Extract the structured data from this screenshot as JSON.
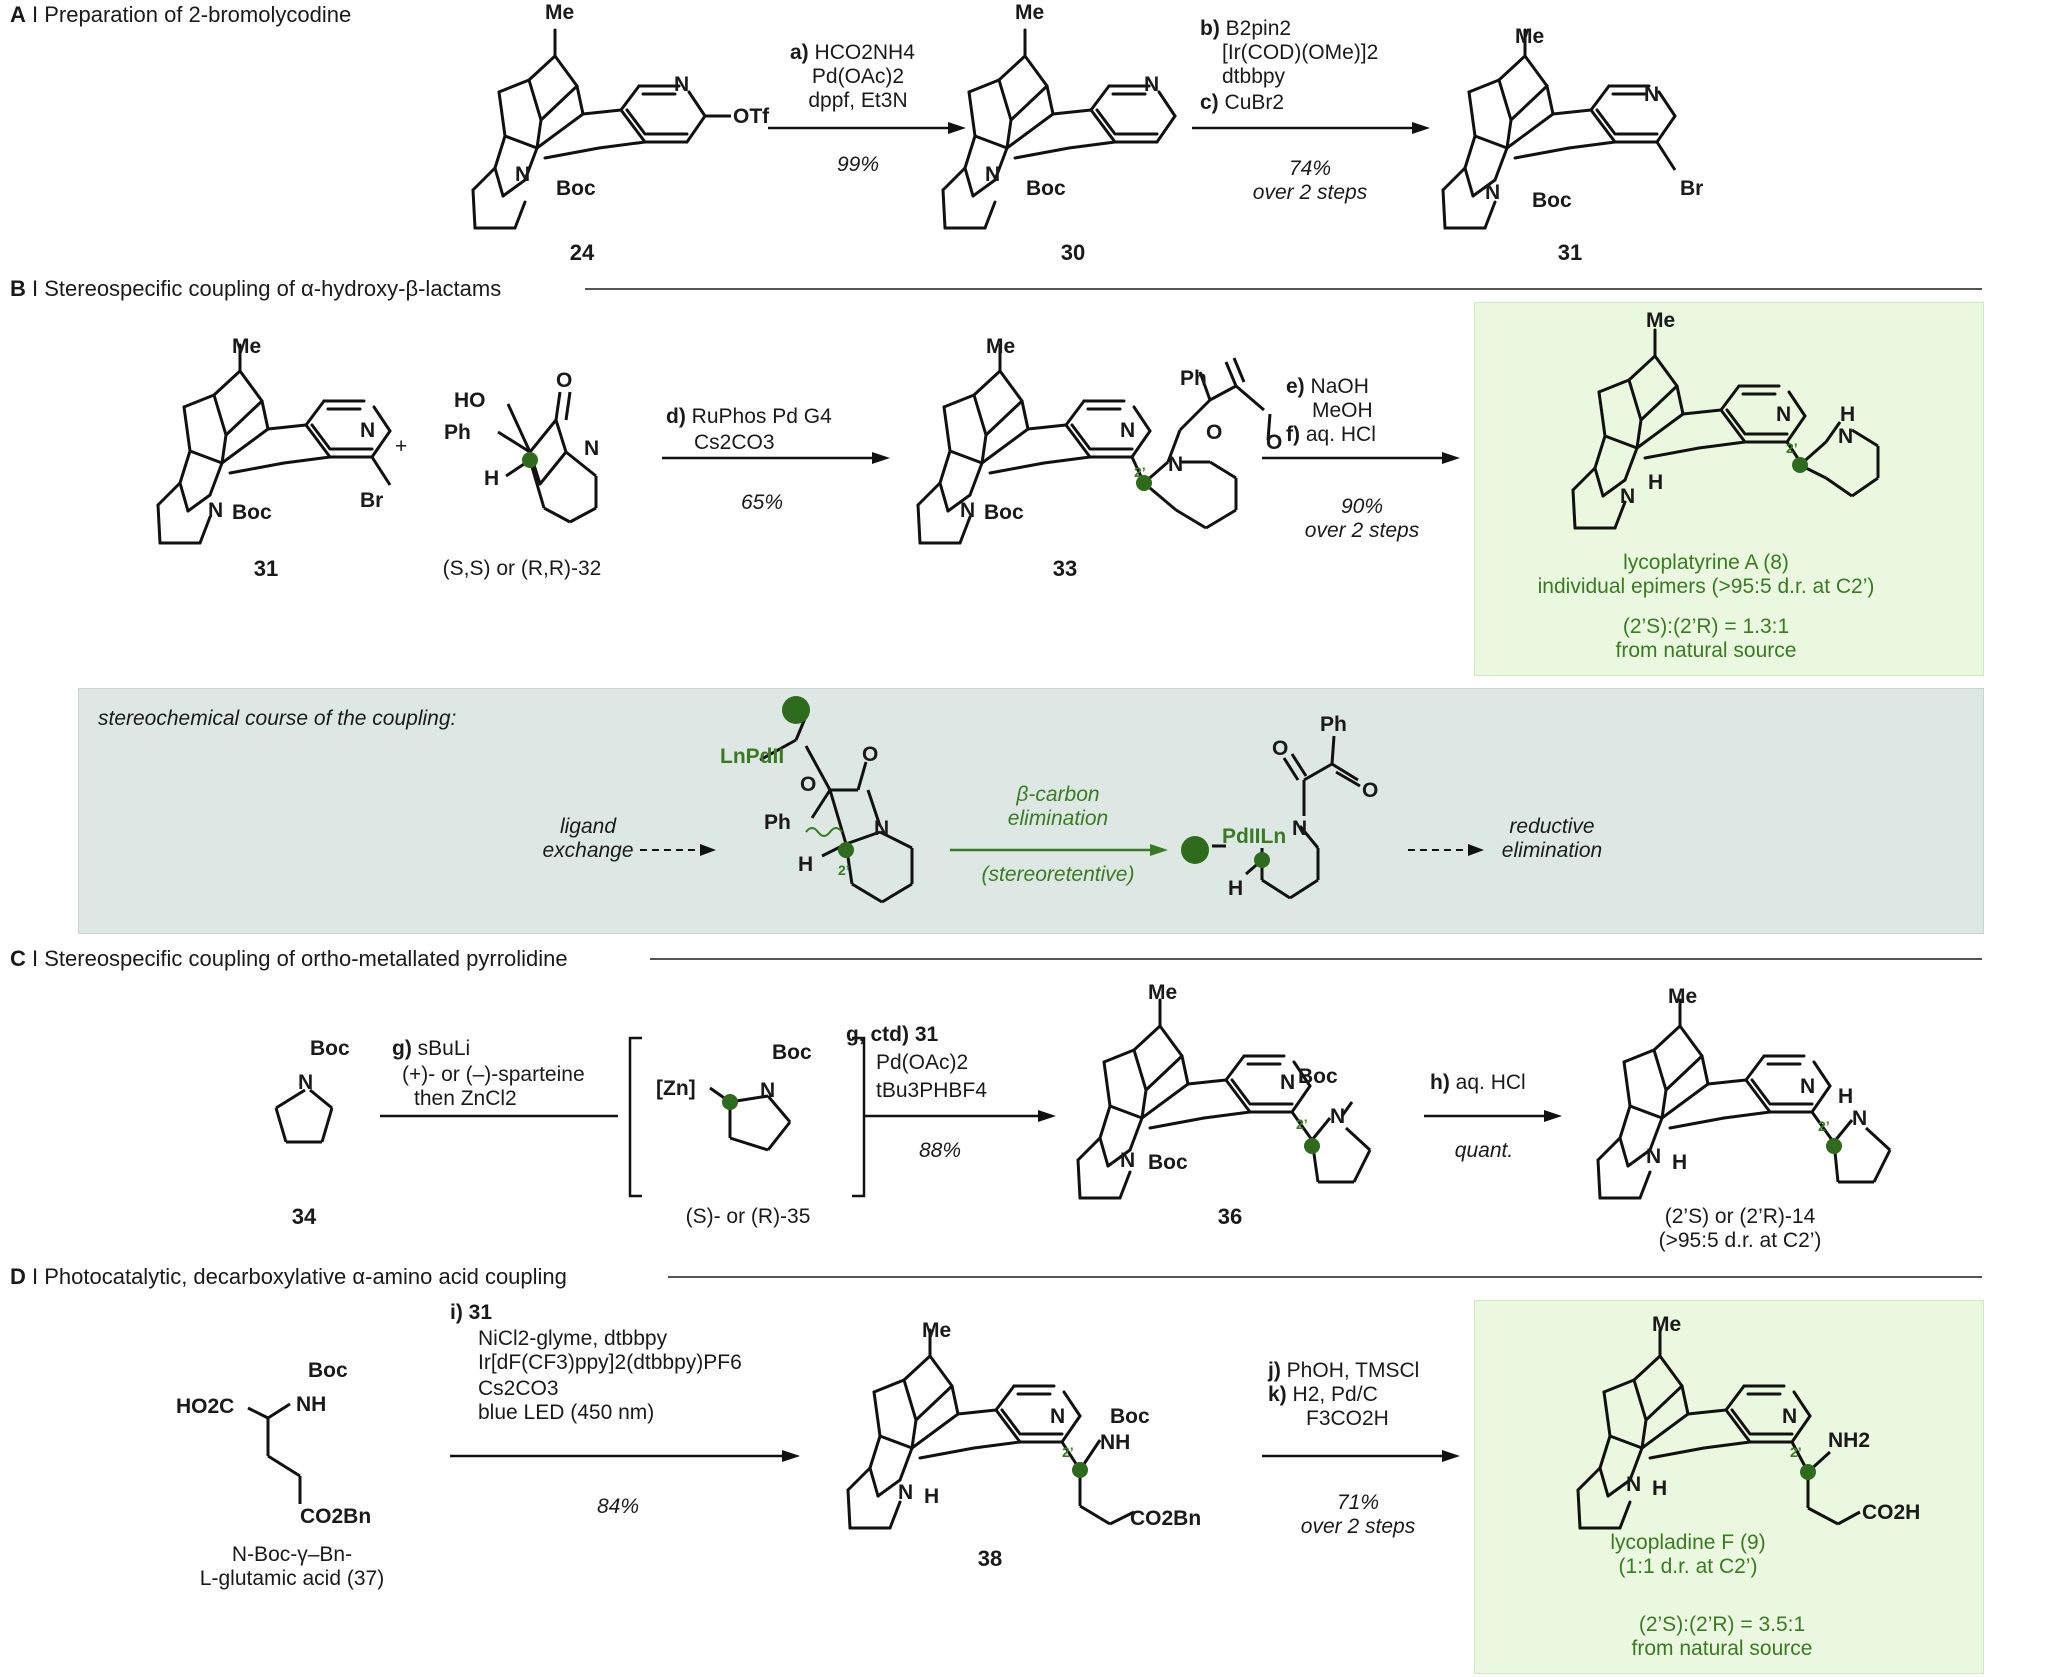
{
  "sections": {
    "A": {
      "letter": "A",
      "title": "Preparation of 2-bromolycodine"
    },
    "B": {
      "letter": "B",
      "title": "Stereospecific coupling of α-hydroxy-β-lactams"
    },
    "C": {
      "letter": "C",
      "title": "Stereospecific coupling of ortho-metallated pyrrolidine"
    },
    "D": {
      "letter": "D",
      "title": "Photocatalytic, decarboxylative α-amino acid coupling"
    }
  },
  "compounds": {
    "c24": "24",
    "c30": "30",
    "c31a": "31",
    "c31b": "31",
    "c32": "(S,S) or (R,R)-32",
    "c33": "33",
    "c34": "34",
    "c35": "(S)- or (R)-35",
    "c36": "36",
    "c14": "(2’S) or (2’R)-14",
    "c14_dr": "(>95:5 d.r. at C2’)",
    "c37a": "N-Boc-γ–Bn-",
    "c37b": "L-glutamic acid (37)",
    "c38": "38"
  },
  "atoms": {
    "me": "Me",
    "n": "N",
    "otf": "OTf",
    "boc": "Boc",
    "br": "Br",
    "nboc": "N",
    "h": "H",
    "ph": "Ph",
    "ho": "HO",
    "o": "O",
    "nh": "NH",
    "zn": "[Zn]",
    "co2bn": "CO2Bn",
    "ho2c": "HO2C",
    "nh2": "NH2",
    "co2h": "CO2H",
    "pd1": "LnPdII",
    "pd2": "PdIILn",
    "retention_label": "2’"
  },
  "reagents": {
    "a_label": "a)",
    "a_line1": "HCO2NH4",
    "a_line2": "Pd(OAc)2",
    "a_line3": "dppf, Et3N",
    "a_yield": "99%",
    "b_label": "b)",
    "b_line1": "B2pin2",
    "b_line2": "[Ir(COD)(OMe)]2",
    "b_line3": "dtbbpy",
    "c_label": "c)",
    "c_line1": "CuBr2",
    "bc_yield1": "74%",
    "bc_yield2": "over 2 steps",
    "d_label": "d)",
    "d_line1": "RuPhos Pd G4",
    "d_line2": "Cs2CO3",
    "d_yield": "65%",
    "e_label": "e)",
    "e_line1": "NaOH",
    "e_line2": "MeOH",
    "f_label": "f)",
    "f_line1": "aq. HCl",
    "ef_yield1": "90%",
    "ef_yield2": "over 2 steps",
    "g_label": "g)",
    "g_line1": "sBuLi",
    "g_line2": "(+)- or (–)-sparteine",
    "g_line3": "then ZnCl2",
    "gctd_label": "g, ctd)",
    "gctd_line1": "31",
    "gctd_line2": "Pd(OAc)2",
    "gctd_line3": "tBu3PHBF4",
    "g_yield": "88%",
    "h_label": "h)",
    "h_line1": "aq. HCl",
    "h_yield": "quant.",
    "i_label": "i)",
    "i_line1": "31",
    "i_line2": "NiCl2-glyme, dtbbpy",
    "i_line3": "Ir[dF(CF3)ppy]2(dtbbpy)PF6",
    "i_line4": "Cs2CO3",
    "i_line5": "blue LED (450 nm)",
    "i_yield": "84%",
    "j_label": "j)",
    "j_line1": "PhOH, TMSCl",
    "k_label": "k)",
    "k_line1": "H2, Pd/C",
    "k_line2": "F3CO2H",
    "jk_yield1": "71%",
    "jk_yield2": "over 2 steps"
  },
  "products": {
    "p8_name": "lycoplatyrine A (8)",
    "p8_sub": "individual epimers (>95:5 d.r. at C2’)",
    "p8_ratio": "(2’S):(2’R) = 1.3:1",
    "p8_source": "from natural source",
    "p9_name": "lycopladine F (9)",
    "p9_sub": "(1:1 d.r. at C2’)",
    "p9_ratio": "(2’S):(2’R) = 3.5:1",
    "p9_source": "from natural source"
  },
  "mechanism": {
    "title": "stereochemical course of the coupling:",
    "step1a": "ligand",
    "step1b": "exchange",
    "step2a": "β-carbon",
    "step2b": "elimination",
    "step2c": "(stereoretentive)",
    "step3a": "reductive",
    "step3b": "elimination"
  },
  "colors": {
    "accent_green": "#3b7a23",
    "dot_green": "#2e6b1d",
    "box_green": "#e9f8df",
    "box_teal": "#dde8e4",
    "rule": "#555555"
  }
}
